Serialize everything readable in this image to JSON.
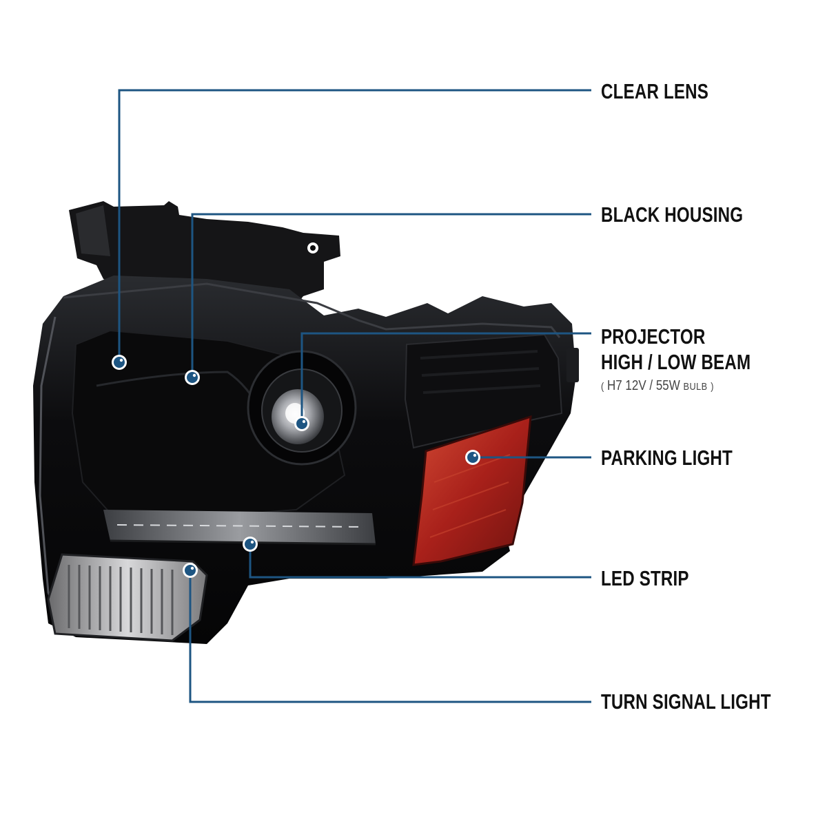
{
  "callouts": [
    {
      "id": "clear-lens",
      "label": "CLEAR LENS"
    },
    {
      "id": "black-housing",
      "label": "BLACK HOUSING"
    },
    {
      "id": "projector",
      "label_line1": "PROJECTOR",
      "label_line2": "HIGH / LOW BEAM",
      "sub_open": "(",
      "sub_spec": "H7  12V / 55W",
      "sub_unit": "BULB",
      "sub_close": ")"
    },
    {
      "id": "parking-light",
      "label": "PARKING LIGHT"
    },
    {
      "id": "led-strip",
      "label": "LED STRIP"
    },
    {
      "id": "turn-signal-light",
      "label": "TURN SIGNAL LIGHT"
    }
  ],
  "colors": {
    "leader_line": "#1d5582",
    "dot_fill": "#1d5582",
    "dot_ring": "#ffffff",
    "housing": "#0b0b0d",
    "amber_lens": "#b02418",
    "label_text": "#111111"
  },
  "icons": {
    "headlight": "headlight-illustration",
    "marker": "callout-dot-icon"
  }
}
